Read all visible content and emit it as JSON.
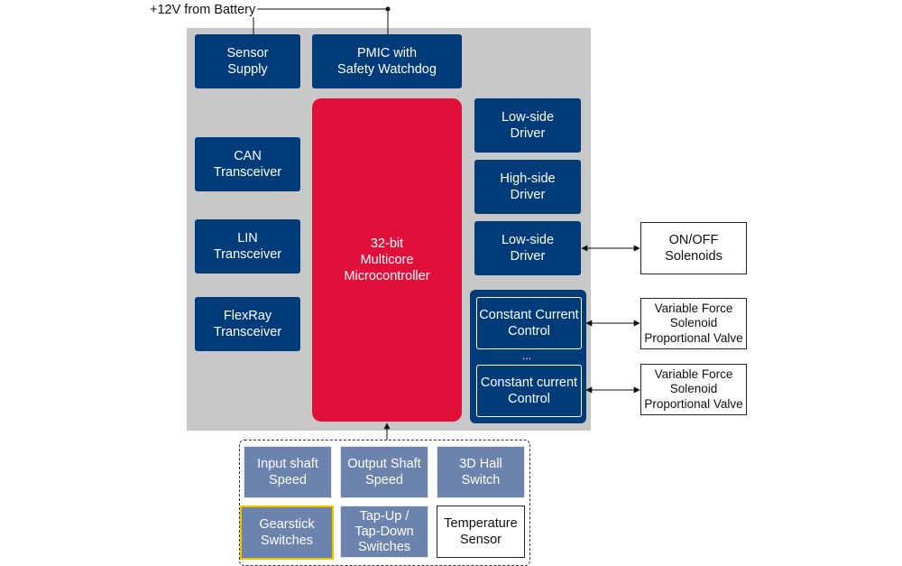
{
  "power_label": "+12V from Battery",
  "top": {
    "sensor_supply": [
      "Sensor",
      "Supply"
    ],
    "pmic": [
      "PMIC with",
      "Safety Watchdog"
    ]
  },
  "left": {
    "can": [
      "CAN",
      "Transceiver"
    ],
    "lin": [
      "LIN",
      "Transceiver"
    ],
    "flexray": [
      "FlexRay",
      "Transceiver"
    ]
  },
  "mcu": [
    "32-bit",
    "Multicore",
    "Microcontroller"
  ],
  "right": {
    "lowside_1": [
      "Low-side",
      "Driver"
    ],
    "highside": [
      "High-side",
      "Driver"
    ],
    "lowside_2": [
      "Low-side",
      "Driver"
    ],
    "ccc_1": [
      "Constant Current",
      "Control"
    ],
    "ellipsis": "...",
    "ccc_2": [
      "Constant current",
      "Control"
    ]
  },
  "external": {
    "onoff": [
      "ON/OFF",
      "Solenoids"
    ],
    "vfs_1": [
      "Variable Force",
      "Solenoid",
      "Proportional Valve"
    ],
    "vfs_2": [
      "Variable Force",
      "Solenoid",
      "Proportional Valve"
    ]
  },
  "sensors": {
    "input_shaft": [
      "Input shaft",
      "Speed"
    ],
    "output_shaft": [
      "Output Shaft",
      "Speed"
    ],
    "hall": [
      "3D Hall",
      "Switch"
    ],
    "gearstick": [
      "Gearstick",
      "Switches"
    ],
    "tap": [
      "Tap-Up /",
      "Tap-Down",
      "Switches"
    ],
    "temperature": [
      "Temperature",
      "Sensor"
    ]
  },
  "colors": {
    "block_navy": "#003b7a",
    "mcu_red": "#e0103a",
    "panel_grey": "#c8c8c8",
    "sensor_blue": "#6b83ad",
    "highlight_yellow": "#f2c200"
  }
}
